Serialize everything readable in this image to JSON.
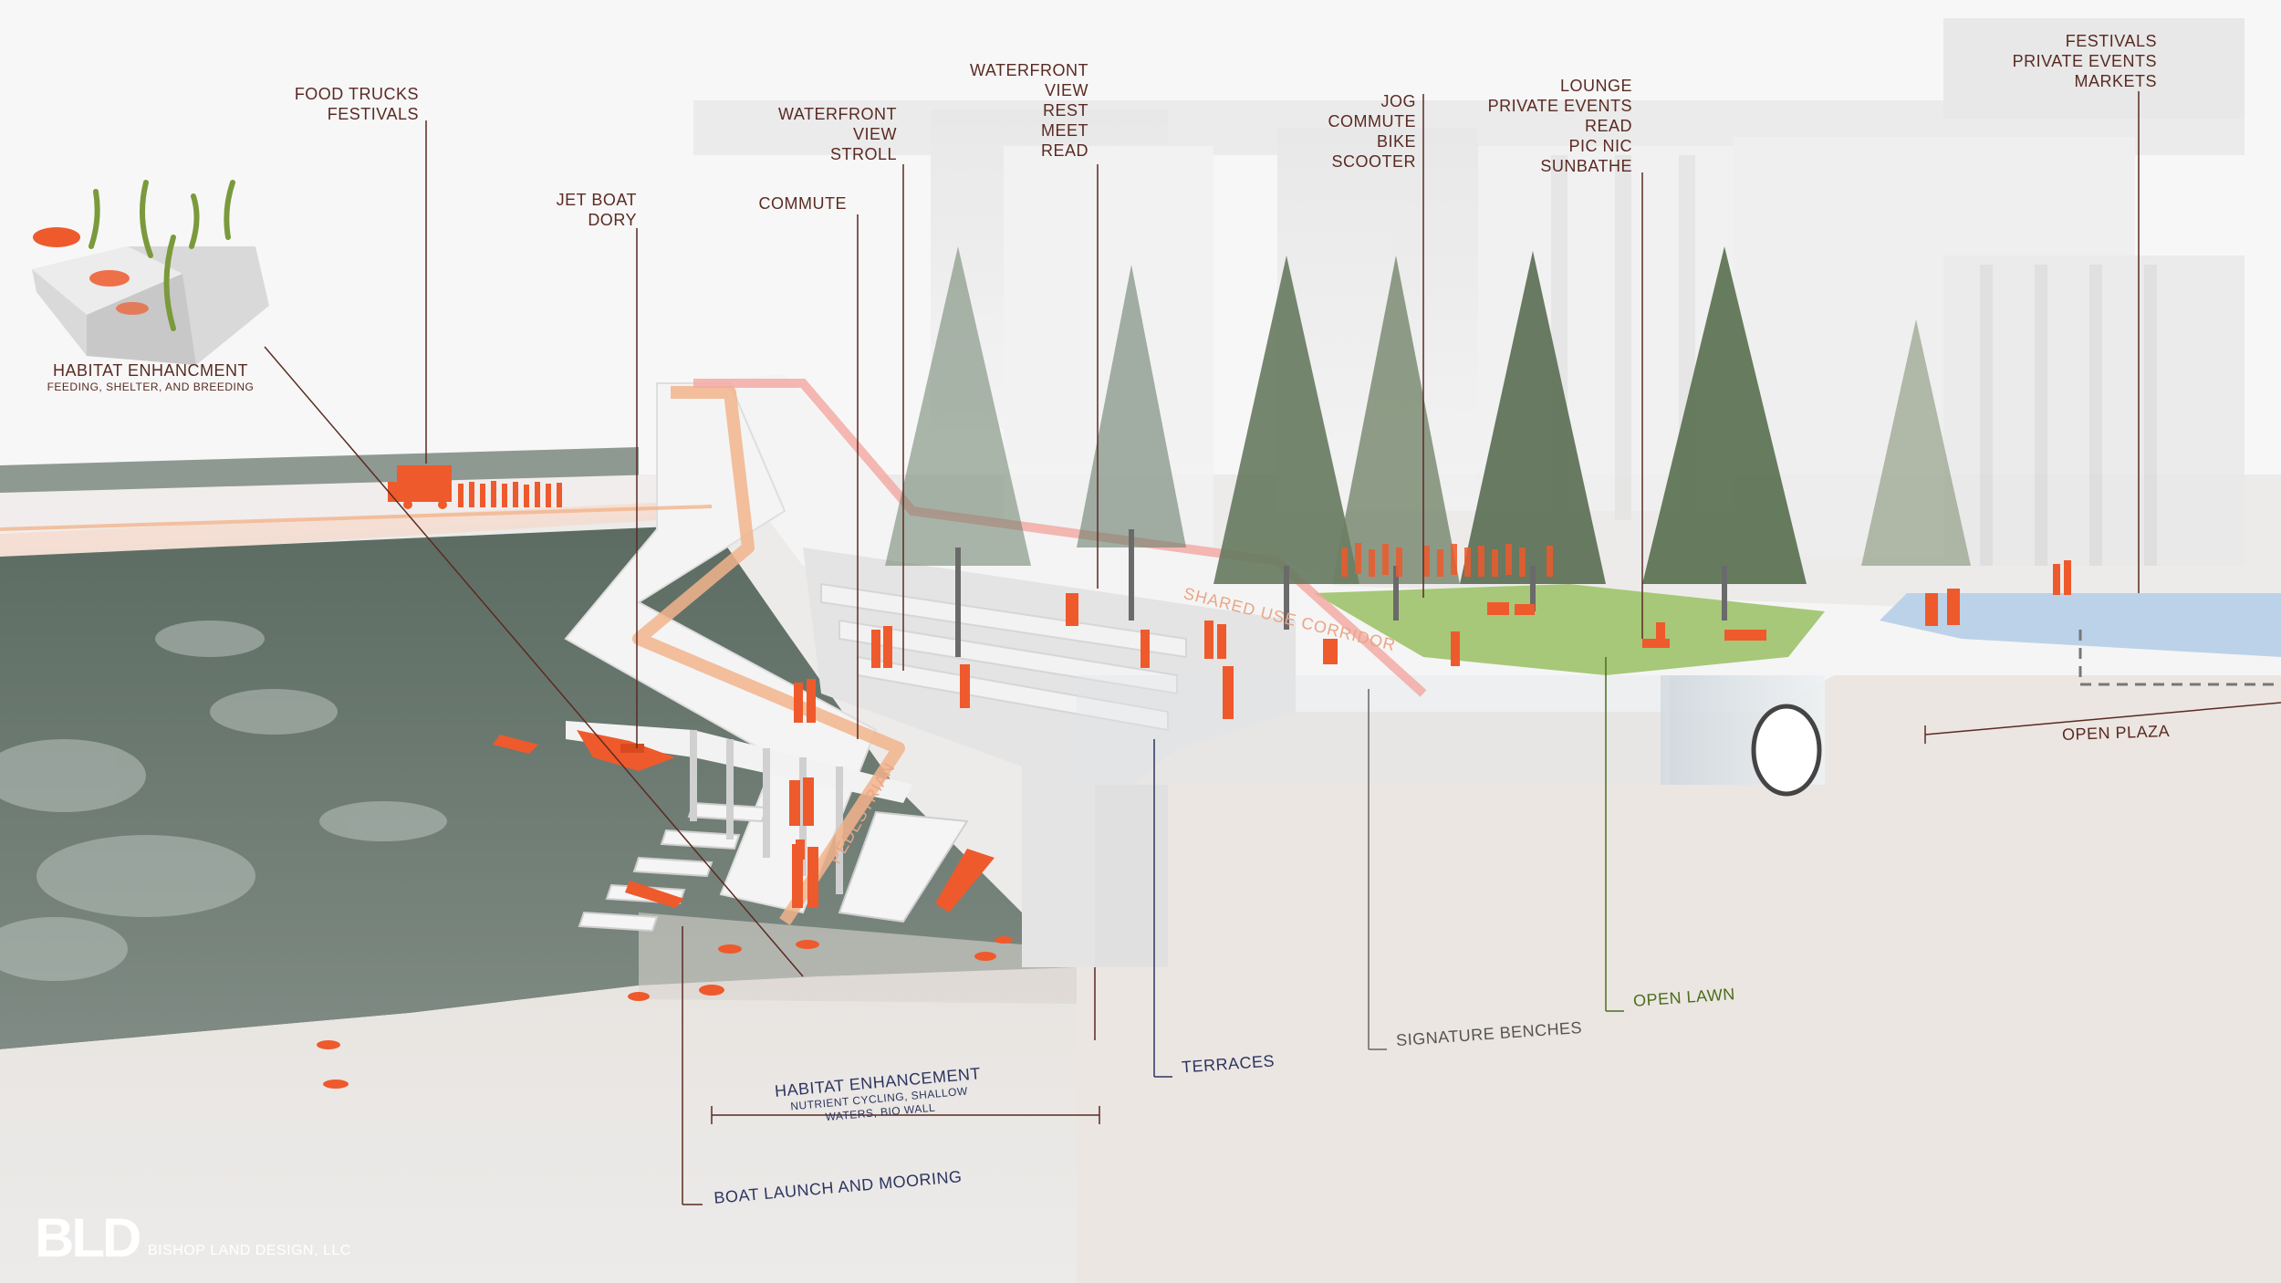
{
  "colors": {
    "accent": "#ee5a2c",
    "water": "#5c6c62",
    "lawn": "#a6c878",
    "plaza": "#bcd2e8",
    "path": "#f2b48c",
    "label_brown": "#5a2a22",
    "label_navy": "#2c3560",
    "label_green": "#4a6e1c"
  },
  "labels": {
    "food": [
      "FOOD TRUCKS",
      "FESTIVALS"
    ],
    "habitat_top": {
      "title": "HABITAT ENHANCMENT",
      "sub": "FEEDING, SHELTER, AND BREEDING"
    },
    "jetboat": [
      "JET BOAT",
      "DORY"
    ],
    "commute": [
      "COMMUTE"
    ],
    "waterfront1": [
      "WATERFRONT",
      "VIEW",
      "STROLL"
    ],
    "waterfront2": [
      "WATERFRONT",
      "VIEW",
      "REST",
      "MEET",
      "READ"
    ],
    "jog": [
      "JOG",
      "COMMUTE",
      "BIKE",
      "SCOOTER"
    ],
    "lounge": [
      "LOUNGE",
      "PRIVATE EVENTS",
      "READ",
      "PIC NIC",
      "SUNBATHE"
    ],
    "festivals": [
      "FESTIVALS",
      "PRIVATE EVENTS",
      "MARKETS"
    ],
    "open_plaza": "OPEN PLAZA",
    "open_lawn": "OPEN LAWN",
    "signature_benches": "SIGNATURE BENCHES",
    "terraces": "TERRACES",
    "habitat_bottom": {
      "title": "HABITAT ENHANCEMENT",
      "sub": [
        "NUTRIENT CYCLING, SHALLOW",
        "WATERS, BIO WALL"
      ]
    },
    "boat_launch": "BOAT LAUNCH AND MOORING"
  },
  "path_tags": {
    "shared": "SHARED USE CORRIDOR",
    "pedestrian": "PEDESTRIAN"
  },
  "logo": {
    "mark": "BLD",
    "name": "BISHOP LAND DESIGN, LLC"
  }
}
